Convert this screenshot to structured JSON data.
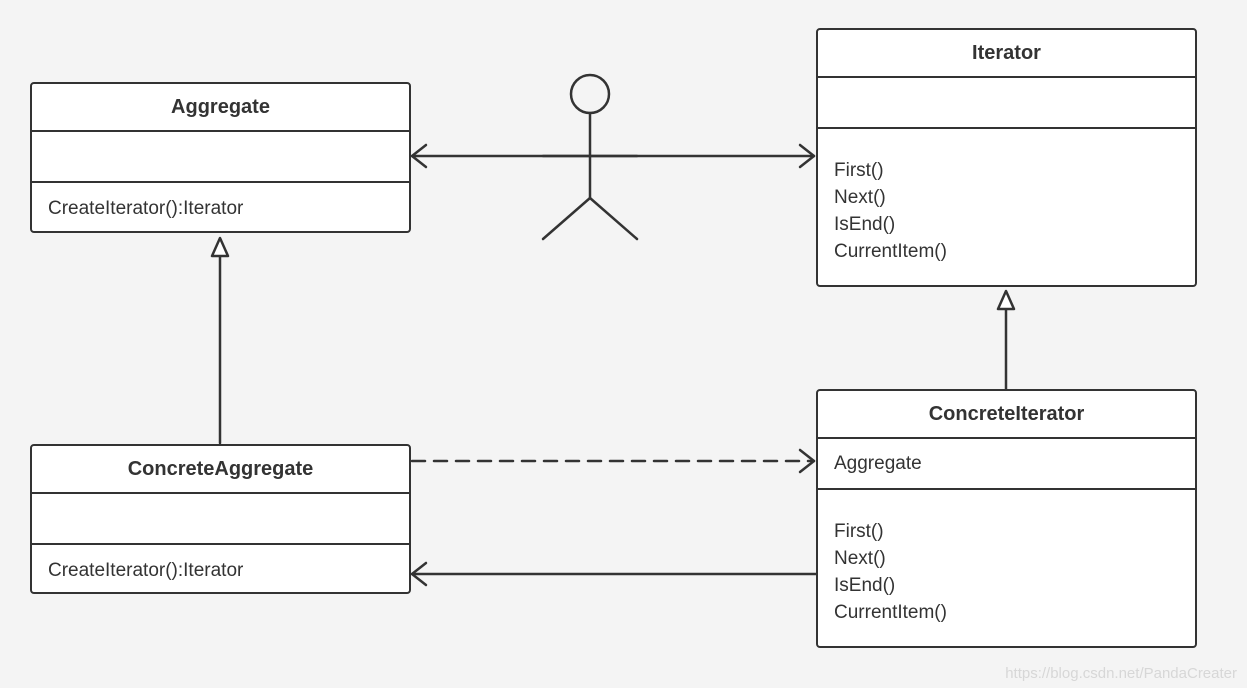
{
  "classes": {
    "aggregate": {
      "name": "Aggregate",
      "attributes": "",
      "operations": [
        "CreateIterator():Iterator"
      ]
    },
    "iterator": {
      "name": "Iterator",
      "attributes": "",
      "operations": [
        "First()",
        "Next()",
        "IsEnd()",
        "CurrentItem()"
      ]
    },
    "concrete_aggregate": {
      "name": "ConcreteAggregate",
      "attributes": "",
      "operations": [
        "CreateIterator():Iterator"
      ]
    },
    "concrete_iterator": {
      "name": "ConcreteIterator",
      "attributes": "Aggregate",
      "operations": [
        "First()",
        "Next()",
        "IsEnd()",
        "CurrentItem()"
      ]
    }
  },
  "actor": {
    "label": ""
  },
  "relationships": [
    {
      "from": "client",
      "to": "aggregate",
      "kind": "association"
    },
    {
      "from": "client",
      "to": "iterator",
      "kind": "association"
    },
    {
      "from": "concrete_aggregate",
      "to": "aggregate",
      "kind": "generalization"
    },
    {
      "from": "concrete_iterator",
      "to": "iterator",
      "kind": "generalization"
    },
    {
      "from": "concrete_aggregate",
      "to": "concrete_iterator",
      "kind": "dependency"
    },
    {
      "from": "concrete_iterator",
      "to": "concrete_aggregate",
      "kind": "association"
    }
  ],
  "watermark": "https://blog.csdn.net/PandaCreater",
  "colors": {
    "stroke": "#333333",
    "background": "#f4f4f4",
    "box_fill": "#ffffff"
  }
}
